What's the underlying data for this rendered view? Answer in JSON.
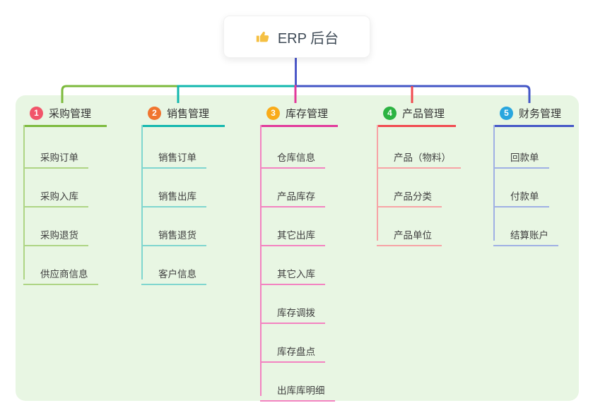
{
  "root": {
    "title": "ERP 后台",
    "icon": "thumbs-up-icon",
    "icon_color": "#f5c043"
  },
  "colors": {
    "panel_bg": "#e8f6e3",
    "root_line": "#4d59c9",
    "root_text": "#3e4a56",
    "child_text": "#3f3f3f"
  },
  "branches": [
    {
      "number": "1",
      "title": "采购管理",
      "badge_color": "#f1556a",
      "line_color": "#7cba3c",
      "child_line_color": "#aed584",
      "children": [
        "采购订单",
        "采购入库",
        "采购退货",
        "供应商信息"
      ]
    },
    {
      "number": "2",
      "title": "销售管理",
      "badge_color": "#f0752f",
      "line_color": "#12b7ae",
      "child_line_color": "#7fd6cf",
      "children": [
        "销售订单",
        "销售出库",
        "销售退货",
        "客户信息"
      ]
    },
    {
      "number": "3",
      "title": "库存管理",
      "badge_color": "#f9ab19",
      "line_color": "#e2399b",
      "child_line_color": "#f383c1",
      "children": [
        "仓库信息",
        "产品库存",
        "其它出库",
        "其它入库",
        "库存调拨",
        "库存盘点",
        "出库库明细"
      ]
    },
    {
      "number": "4",
      "title": "产品管理",
      "badge_color": "#2cb342",
      "line_color": "#f1494f",
      "child_line_color": "#f7a3a6",
      "children": [
        "产品（物料）",
        "产品分类",
        "产品单位"
      ]
    },
    {
      "number": "5",
      "title": "财务管理",
      "badge_color": "#29a6de",
      "line_color": "#4356c6",
      "child_line_color": "#9fb0e4",
      "children": [
        "回款单",
        "付款单",
        "结算账户"
      ]
    }
  ]
}
